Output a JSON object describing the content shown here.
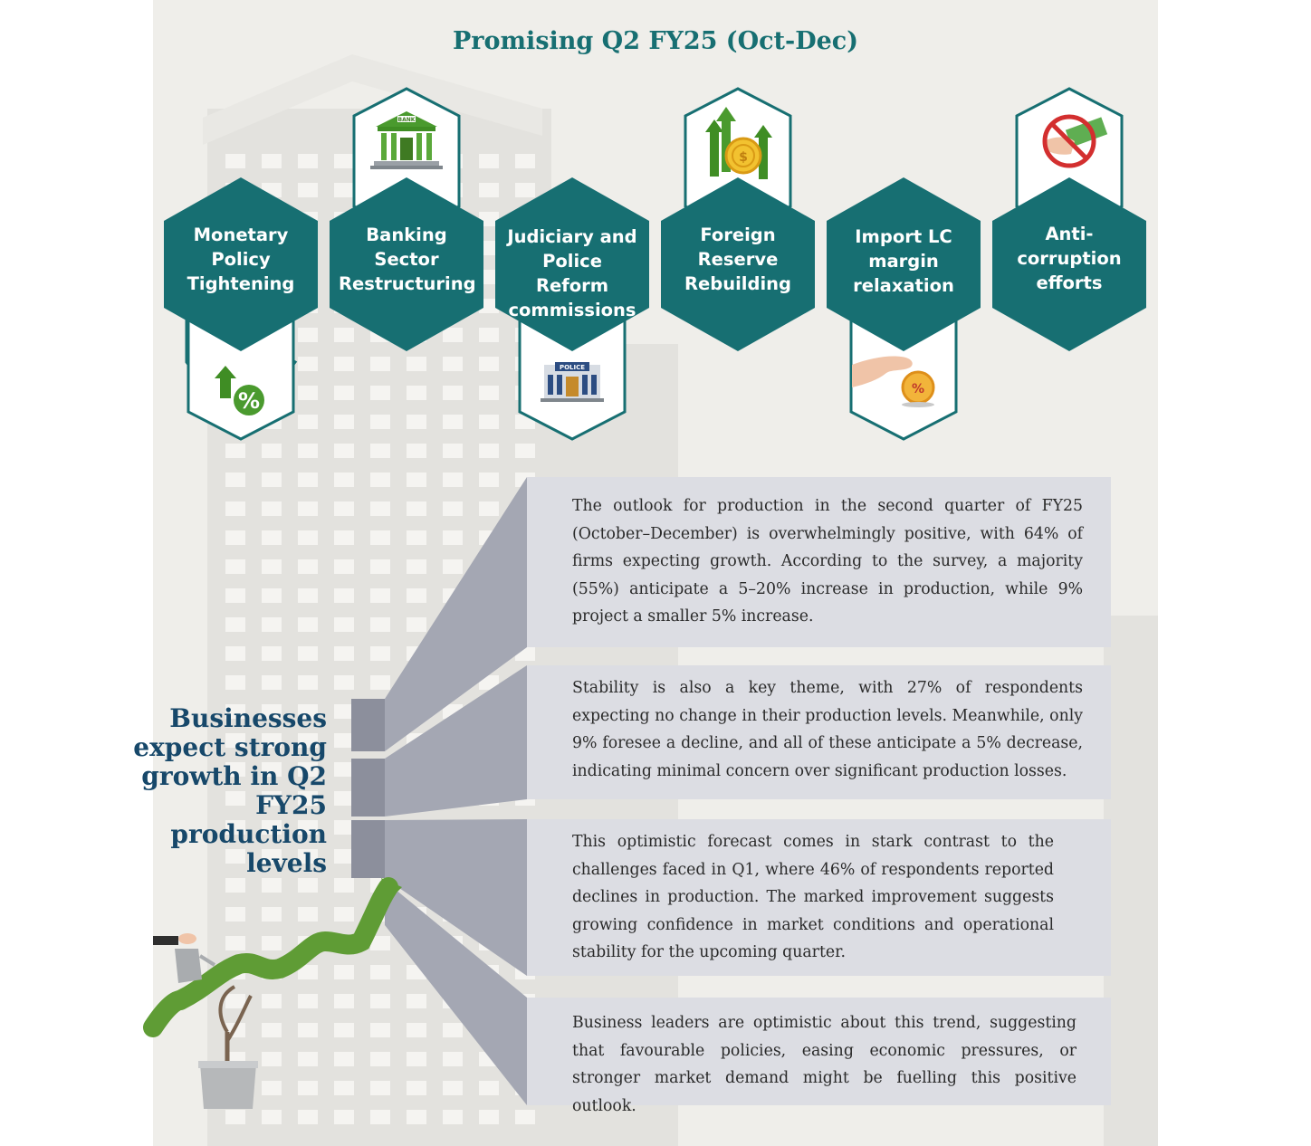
{
  "title": "Promising Q2 FY25 (Oct-Dec)",
  "factors": [
    {
      "label_lines": [
        "Monetary",
        "Policy",
        "Tightening"
      ],
      "icon": "percent-up-arrow-icon",
      "icon_position": "below"
    },
    {
      "label_lines": [
        "Banking",
        "Sector",
        "Restructuring"
      ],
      "icon": "bank-building-icon",
      "icon_position": "above",
      "icon_text": "BANK"
    },
    {
      "label_lines": [
        "Judiciary and",
        "Police Reform",
        "commissions"
      ],
      "icon": "police-station-icon",
      "icon_position": "below",
      "icon_text": "POLICE"
    },
    {
      "label_lines": [
        "Foreign",
        "Reserve",
        "Rebuilding"
      ],
      "icon": "coin-growth-arrows-icon",
      "icon_position": "above"
    },
    {
      "label_lines": [
        "Import LC",
        "margin",
        "relaxation"
      ],
      "icon": "hand-coin-icon",
      "icon_position": "below"
    },
    {
      "label_lines": [
        "Anti-",
        "corruption",
        "efforts"
      ],
      "icon": "no-bribery-icon",
      "icon_position": "above"
    }
  ],
  "headline": "Businesses expect strong growth in Q2 FY25 production levels",
  "paragraphs": [
    "The outlook for production in the second quarter of FY25 (October–December) is overwhelmingly positive, with 64% of firms expecting growth. According to the survey, a majority (55%) anticipate a 5–20% increase in production, while 9% project a smaller 5% increase.",
    "Stability is also a key theme, with 27% of respondents expecting no change in their production levels. Meanwhile, only 9% foresee a decline, and all of these anticipate a 5% decrease, indicating minimal concern over significant production losses.",
    "This optimistic forecast comes in stark contrast to the challenges faced in Q1, where 46% of respondents reported declines in production. The marked improvement suggests growing confidence in market conditions and operational stability for the upcoming quarter.",
    "Business leaders are optimistic about this trend, suggesting that favourable policies, easing economic pressures, or stronger market demand might be fuelling this positive outlook."
  ],
  "colors": {
    "teal": "#176f72",
    "navy": "#17486a",
    "panel": "#dcdde3",
    "panel_side": "#a4a7b3",
    "background": "#efeeea",
    "green": "#4a9a2e"
  }
}
